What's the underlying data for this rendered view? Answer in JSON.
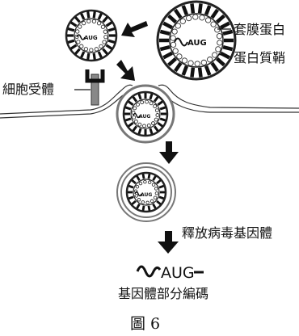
{
  "labels": {
    "envelope_protein": "套膜蛋白",
    "matrix_protein": "蛋白質鞘",
    "cell_receptor": "細胞受體",
    "release_genome": "釋放病毒基因體",
    "genome_part": "基因體部分編碼",
    "figure_caption": "圖 6"
  },
  "rna": {
    "codon": "AUG"
  }
}
